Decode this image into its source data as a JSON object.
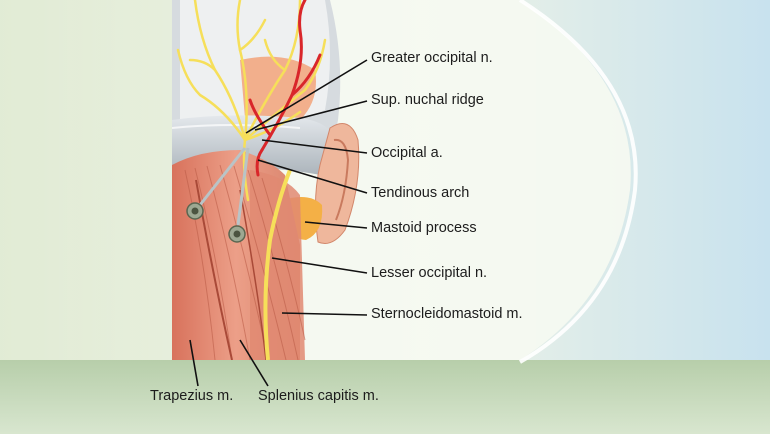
{
  "labels": {
    "greater_occipital": "Greater occipital n.",
    "sup_nuchal_ridge": "Sup. nuchal ridge",
    "occipital_a": "Occipital a.",
    "tendinous_arch": "Tendinous arch",
    "mastoid_process": "Mastoid process",
    "lesser_occipital": "Lesser occipital n.",
    "sternocleidomastoid": "Sternocleidomastoid m.",
    "trapezius": "Trapezius m.",
    "splenius_capitis": "Splenius capitis m."
  },
  "colors": {
    "nerve": "#f6df5a",
    "artery": "#d9262a",
    "muscle": "#e7957e",
    "bone": "#cbd1d6",
    "mastoid": "#f4b046",
    "skin": "#f4c3a8",
    "leader_line": "#111111"
  }
}
